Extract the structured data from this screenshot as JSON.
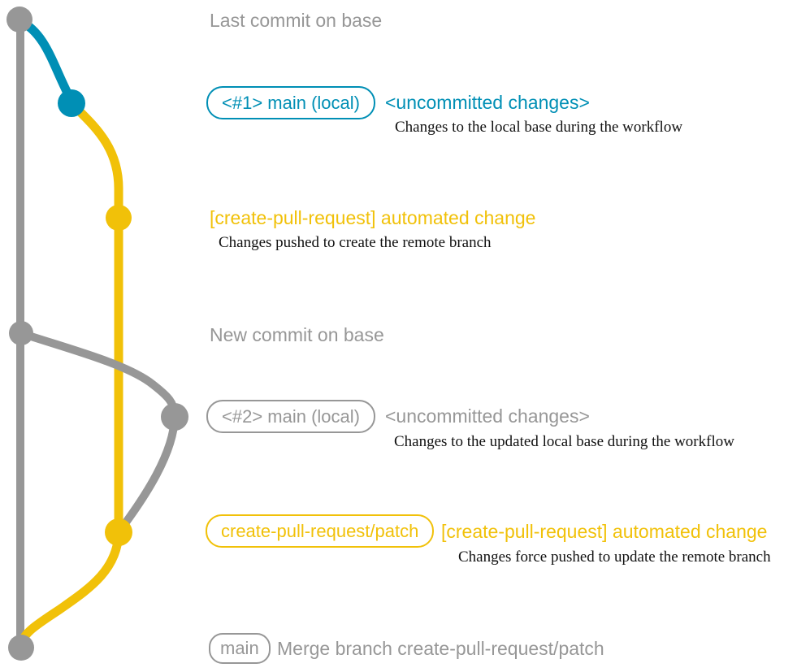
{
  "colors": {
    "base_gray": "#979797",
    "branch_blue": "#008fb5",
    "branch_yellow": "#f1c109",
    "note_black": "#111111"
  },
  "graph": {
    "nodes": [
      {
        "id": "base-top-commit",
        "color": "gray"
      },
      {
        "id": "local-main-1-commit",
        "color": "blue"
      },
      {
        "id": "patch-created-commit",
        "color": "yellow"
      },
      {
        "id": "base-new-commit",
        "color": "gray"
      },
      {
        "id": "local-main-2-commit",
        "color": "gray"
      },
      {
        "id": "patch-updated-commit",
        "color": "yellow"
      },
      {
        "id": "base-merge-commit",
        "color": "gray"
      }
    ]
  },
  "rows": [
    {
      "message": "Last commit on base"
    },
    {
      "badge": "<#1> main (local)",
      "message": "<uncommitted changes>",
      "note": "Changes to the local base during the workflow"
    },
    {
      "message": "[create-pull-request] automated change",
      "note": "Changes pushed to create the remote branch"
    },
    {
      "message": "New commit on base"
    },
    {
      "badge": "<#2> main (local)",
      "message": "<uncommitted changes>",
      "note": "Changes to the updated local base during the workflow"
    },
    {
      "badge": "create-pull-request/patch",
      "message": "[create-pull-request] automated change",
      "note": "Changes force pushed to update the remote branch"
    },
    {
      "badge": "main",
      "message": "Merge branch create-pull-request/patch"
    }
  ]
}
